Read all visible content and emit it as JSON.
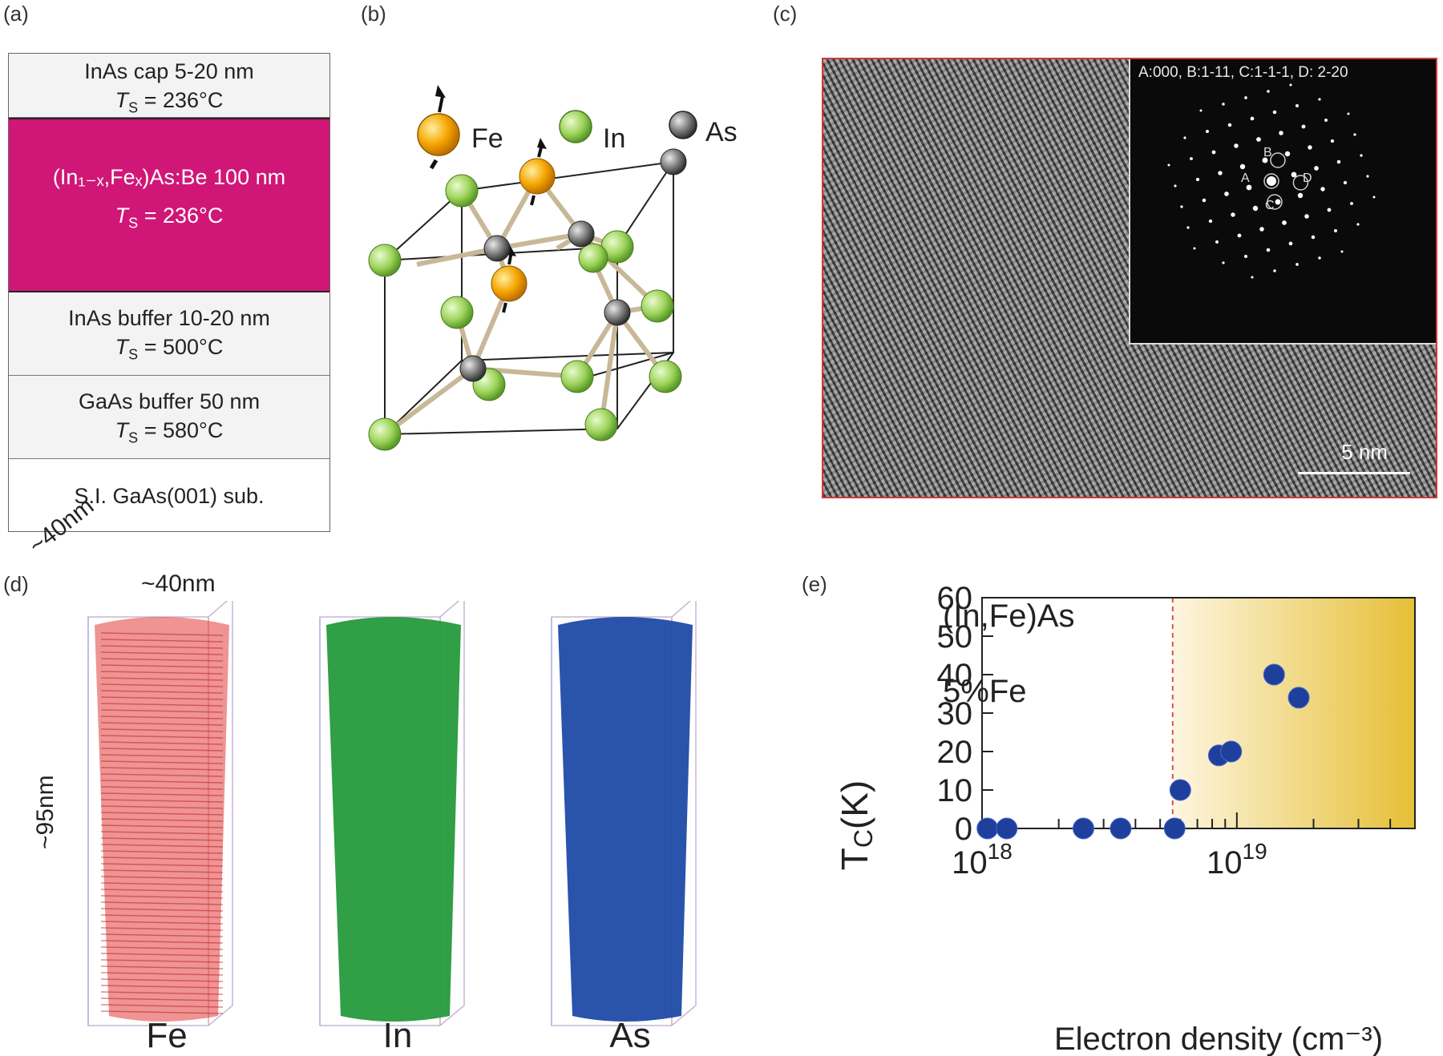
{
  "panels": {
    "a": "(a)",
    "b": "(b)",
    "c": "(c)",
    "d": "(d)",
    "e": "(e)"
  },
  "stack": {
    "layers": [
      {
        "line1": "InAs cap 5-20 nm",
        "temp": "= 236°C",
        "style": "gray"
      },
      {
        "line1": "(In₁₋ₓ,Feₓ)As:Be 100 nm",
        "temp": "= 236°C",
        "style": "magenta"
      },
      {
        "line1": "InAs buffer 10-20 nm",
        "temp": "= 500°C",
        "style": "gray"
      },
      {
        "line1": "GaAs buffer 50 nm",
        "temp": "= 580°C",
        "style": "gray"
      },
      {
        "line1": "S.I. GaAs(001) sub.",
        "temp": "",
        "style": "white"
      }
    ],
    "temp_symbol": "T",
    "temp_sub": "S"
  },
  "crystal": {
    "legend": {
      "fe": "Fe",
      "in": "In",
      "as": "As"
    },
    "colors": {
      "fe": "#f5a500",
      "in": "#9ed45a",
      "as": "#7a7a7a"
    }
  },
  "tem": {
    "saed_caption": "A:000, B:1-11, C:1-1-1, D: 2-20",
    "spots": {
      "a": "A",
      "b": "B",
      "c": "C",
      "d": "D"
    },
    "scale": "5 nm"
  },
  "apt": {
    "dims": {
      "width": "~40nm",
      "depth": "~40nm",
      "height": "~95nm"
    },
    "elements": [
      {
        "label": "Fe",
        "color": "#e23a3a"
      },
      {
        "label": "In",
        "color": "#259a3c"
      },
      {
        "label": "As",
        "color": "#1f4aa8"
      }
    ]
  },
  "chart_data": {
    "type": "scatter",
    "title": "",
    "annotations": [
      "(In,Fe)As",
      "5%Fe"
    ],
    "xlabel": "Electron density (cm⁻³)",
    "ylabel_main": "T",
    "ylabel_sub": "C",
    "ylabel_unit": "(K)",
    "x_scale": "log",
    "xlim": [
      1e+18,
      5e+19
    ],
    "ylim": [
      0,
      60
    ],
    "y_ticks": [
      0,
      10,
      20,
      30,
      40,
      50,
      60
    ],
    "x_tick_labels": [
      {
        "base": "10",
        "exp": "18",
        "value": 1e+18
      },
      {
        "base": "10",
        "exp": "19",
        "value": 1e+19
      }
    ],
    "threshold_x": 5.6e+18,
    "shaded_region": "x > threshold (yellow gradient)",
    "points": [
      {
        "x": 1.05e+18,
        "y": 0
      },
      {
        "x": 1.25e+18,
        "y": 0
      },
      {
        "x": 2.5e+18,
        "y": 0
      },
      {
        "x": 3.5e+18,
        "y": 0
      },
      {
        "x": 5.7e+18,
        "y": 0
      },
      {
        "x": 6e+18,
        "y": 10
      },
      {
        "x": 8.5e+18,
        "y": 19
      },
      {
        "x": 9.5e+18,
        "y": 20
      },
      {
        "x": 1.4e+19,
        "y": 40
      },
      {
        "x": 1.75e+19,
        "y": 34
      }
    ],
    "marker_color": "#1f3f9c"
  }
}
